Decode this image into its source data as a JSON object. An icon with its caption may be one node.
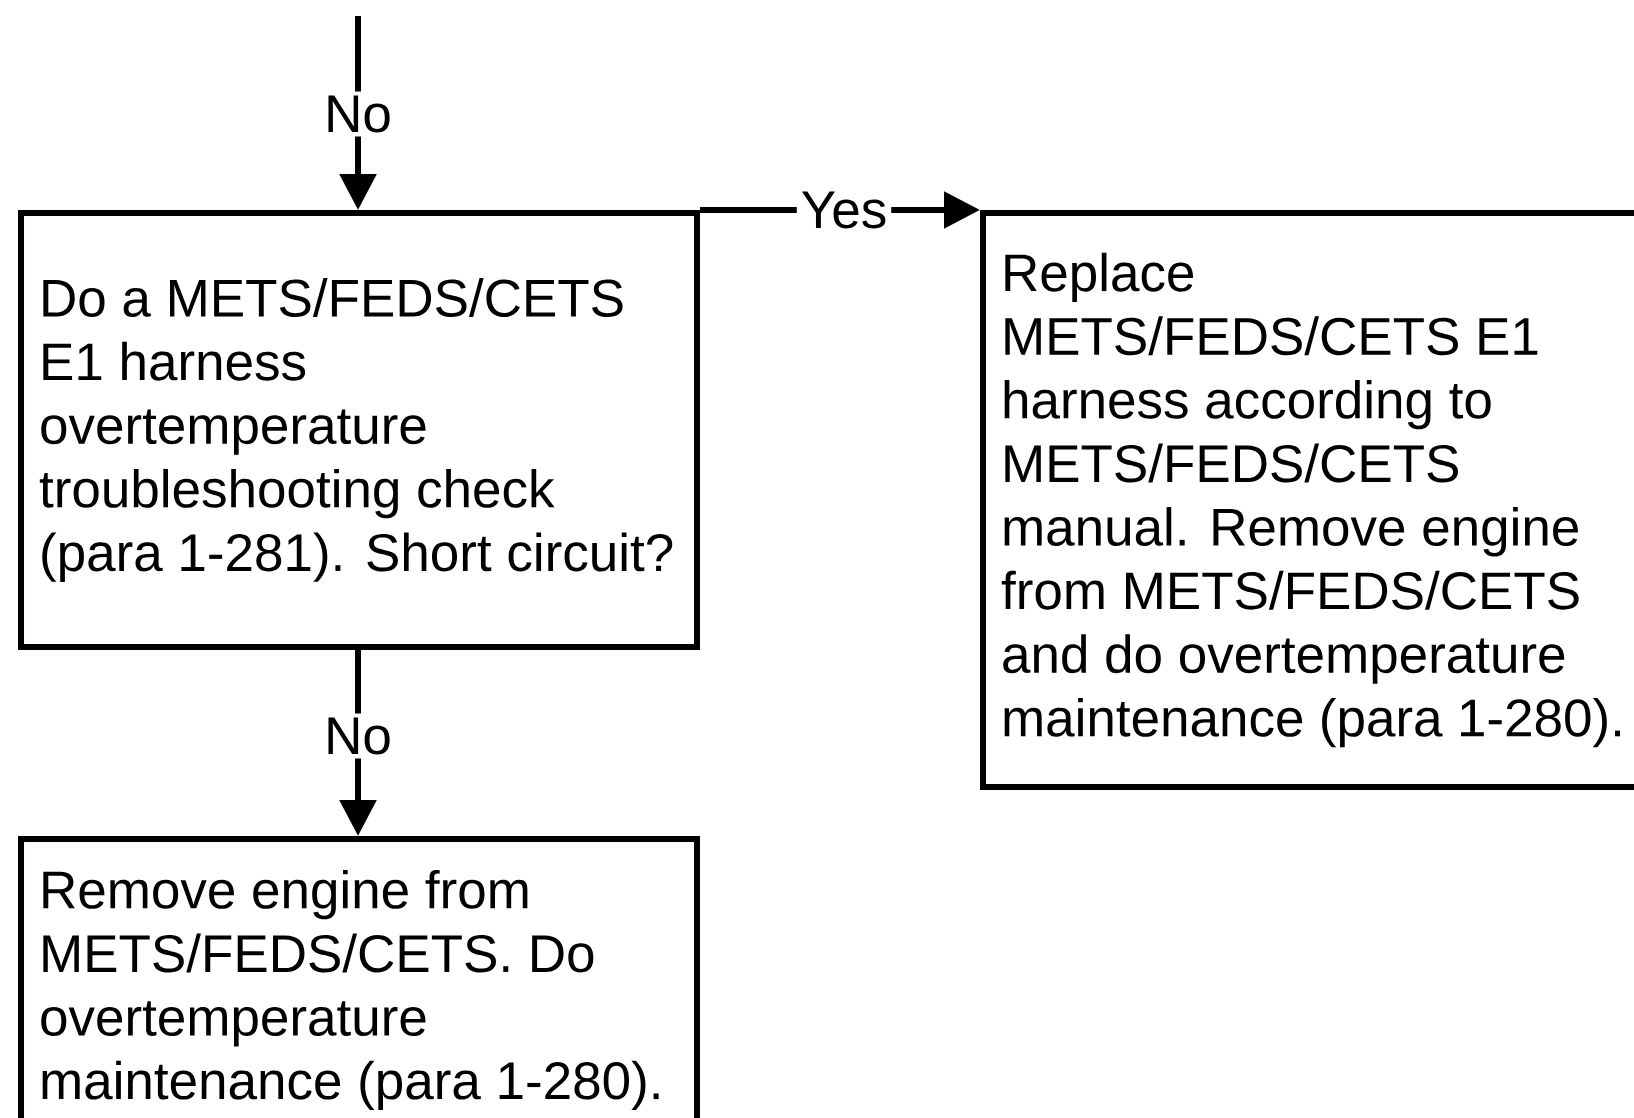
{
  "diagram": {
    "nodes": [
      {
        "text": [
          "Do a METS/FEDS/CETS E1 harness overtemperature troubleshooting check (para 1-281). Short circuit?"
        ]
      },
      {
        "text": [
          "Replace METS/FEDS/CETS E1 harness according to METS/FEDS/CETS manual. Remove engine from METS/FEDS/CETS and do overtemperature maintenance (para 1-280)."
        ]
      },
      {
        "text": [
          "Remove engine from METS/FEDS/CETS. Do overtemperature maintenance (para 1-280)."
        ]
      }
    ],
    "edges": [
      {
        "from": null,
        "to": 0,
        "arrow": "to",
        "label": "No"
      },
      {
        "from": 0,
        "to": 1,
        "arrow": "to",
        "label": "Yes"
      },
      {
        "from": 0,
        "to": 2,
        "arrow": "to",
        "label": "No"
      }
    ]
  }
}
